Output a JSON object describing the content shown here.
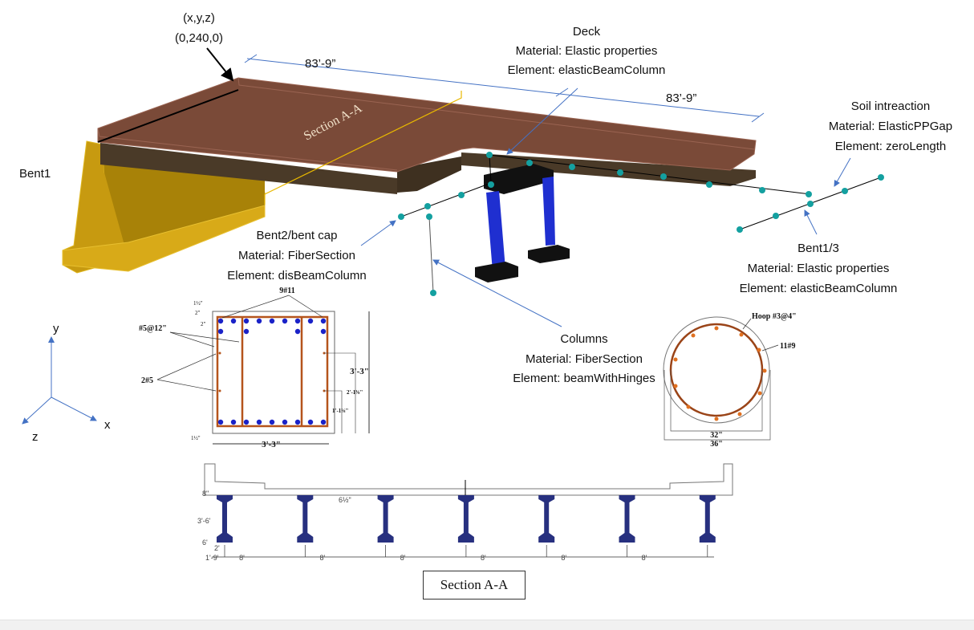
{
  "coords": {
    "header": "(x,y,z)",
    "value": "(0,240,0)"
  },
  "dimensions": {
    "span1": "83’-9”",
    "span2": "83’-9”"
  },
  "section_label": "Section A-A",
  "deck": {
    "title": "Deck",
    "material": "Material: Elastic properties",
    "element": "Element: elasticBeamColumn"
  },
  "soil": {
    "title": "Soil intreaction",
    "material": "Material: ElasticPPGap",
    "element": "Element: zeroLength"
  },
  "bent1_label": "Bent1",
  "bent2": {
    "title": "Bent2/bent cap",
    "material": "Material: FiberSection",
    "element": "Element: disBeamColumn"
  },
  "bent13": {
    "title": "Bent1/3",
    "material": "Material: Elastic properties",
    "element": "Element: elasticBeamColumn"
  },
  "columns": {
    "title": "Columns",
    "material": "Material: FiberSection",
    "element": "Element: beamWithHinges"
  },
  "axes": {
    "y": "y",
    "x": "x",
    "z": "z"
  },
  "cap_section": {
    "top_bars": "9#11",
    "stirrups": "#5@12\"",
    "side_bars": "2#5",
    "height": "3'-3\"",
    "width": "3'-3\"",
    "dim_a": "2'-1⅜\"",
    "dim_b": "1'-1⅛\"",
    "cover_top": "1½\"",
    "spacing1": "2\"",
    "spacing2": "2\"",
    "cover_bottom": "1½\""
  },
  "column_section": {
    "hoop": "Hoop #3@4\"",
    "bars": "11#9",
    "inner_dia": "32\"",
    "outer_dia": "36\""
  },
  "girder_section": {
    "deck_thk": "8\"",
    "haunch": "6½\"",
    "girder_depth": "3'-6'",
    "flange_thk": "6'",
    "flange_width": "2'",
    "overhang": "1'-9'",
    "spacings": [
      "8'",
      "8'",
      "8'",
      "8'",
      "8'",
      "8'"
    ]
  },
  "caption": "Section A-A",
  "colors": {
    "deck": "#7a4a38",
    "girder": "#4a3a28",
    "abutment": "#c79a10",
    "column": "#1f2fd0",
    "node": "#14a0a0",
    "arrow": "#4472c4",
    "rebar": "#b5541c",
    "bar": "#1a22c8",
    "ibeam": "#27307f"
  }
}
